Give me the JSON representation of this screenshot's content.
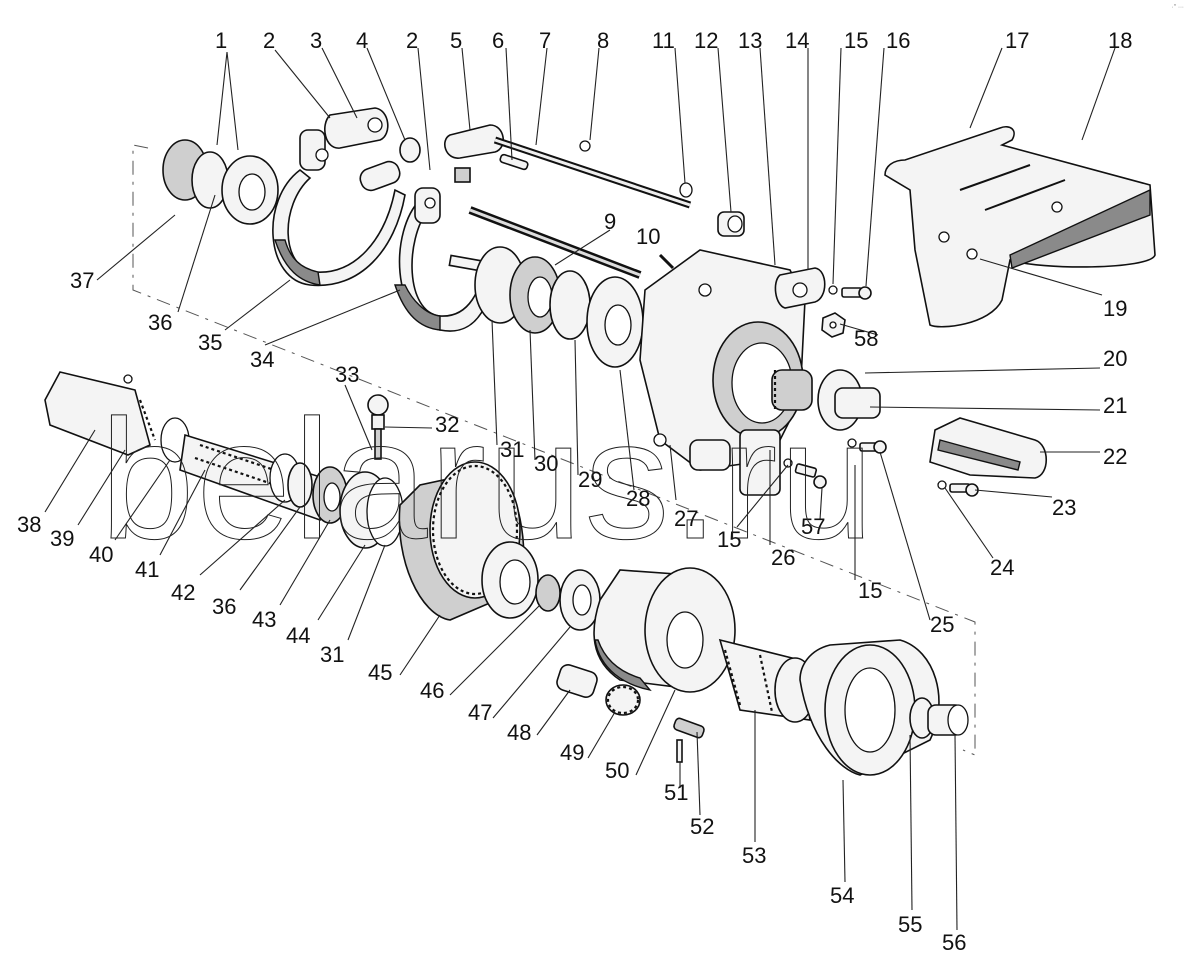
{
  "diagram": {
    "type": "exploded-parts-view",
    "subject": "power take-off / reduction gear assembly",
    "watermark": "belarus.ru",
    "corner_mark": "·″ ∙∙∙",
    "callouts": [
      {
        "id": "c1a",
        "label": "1"
      },
      {
        "id": "c2a",
        "label": "2"
      },
      {
        "id": "c3",
        "label": "3"
      },
      {
        "id": "c4",
        "label": "4"
      },
      {
        "id": "c2b",
        "label": "2"
      },
      {
        "id": "c5",
        "label": "5"
      },
      {
        "id": "c6",
        "label": "6"
      },
      {
        "id": "c7",
        "label": "7"
      },
      {
        "id": "c8",
        "label": "8"
      },
      {
        "id": "c11",
        "label": "11"
      },
      {
        "id": "c12",
        "label": "12"
      },
      {
        "id": "c13",
        "label": "13"
      },
      {
        "id": "c14",
        "label": "14"
      },
      {
        "id": "c15a",
        "label": "15"
      },
      {
        "id": "c16",
        "label": "16"
      },
      {
        "id": "c17",
        "label": "17"
      },
      {
        "id": "c18",
        "label": "18"
      },
      {
        "id": "c9",
        "label": "9"
      },
      {
        "id": "c10",
        "label": "10"
      },
      {
        "id": "c19",
        "label": "19"
      },
      {
        "id": "c58",
        "label": "58"
      },
      {
        "id": "c20",
        "label": "20"
      },
      {
        "id": "c21",
        "label": "21"
      },
      {
        "id": "c22",
        "label": "22"
      },
      {
        "id": "c23",
        "label": "23"
      },
      {
        "id": "c24",
        "label": "24"
      },
      {
        "id": "c25",
        "label": "25"
      },
      {
        "id": "c15b",
        "label": "15"
      },
      {
        "id": "c15c",
        "label": "15"
      },
      {
        "id": "c26",
        "label": "26"
      },
      {
        "id": "c57",
        "label": "57"
      },
      {
        "id": "c27",
        "label": "27"
      },
      {
        "id": "c28",
        "label": "28"
      },
      {
        "id": "c29",
        "label": "29"
      },
      {
        "id": "c30",
        "label": "30"
      },
      {
        "id": "c31a",
        "label": "31"
      },
      {
        "id": "c32",
        "label": "32"
      },
      {
        "id": "c33",
        "label": "33"
      },
      {
        "id": "c34",
        "label": "34"
      },
      {
        "id": "c35",
        "label": "35"
      },
      {
        "id": "c36a",
        "label": "36"
      },
      {
        "id": "c37",
        "label": "37"
      },
      {
        "id": "c38",
        "label": "38"
      },
      {
        "id": "c39",
        "label": "39"
      },
      {
        "id": "c40",
        "label": "40"
      },
      {
        "id": "c41",
        "label": "41"
      },
      {
        "id": "c42",
        "label": "42"
      },
      {
        "id": "c36b",
        "label": "36"
      },
      {
        "id": "c43",
        "label": "43"
      },
      {
        "id": "c44",
        "label": "44"
      },
      {
        "id": "c31b",
        "label": "31"
      },
      {
        "id": "c45",
        "label": "45"
      },
      {
        "id": "c46",
        "label": "46"
      },
      {
        "id": "c47",
        "label": "47"
      },
      {
        "id": "c48",
        "label": "48"
      },
      {
        "id": "c49",
        "label": "49"
      },
      {
        "id": "c50",
        "label": "50"
      },
      {
        "id": "c51",
        "label": "51"
      },
      {
        "id": "c52",
        "label": "52"
      },
      {
        "id": "c53",
        "label": "53"
      },
      {
        "id": "c54",
        "label": "54"
      },
      {
        "id": "c55",
        "label": "55"
      },
      {
        "id": "c56",
        "label": "56"
      }
    ]
  }
}
